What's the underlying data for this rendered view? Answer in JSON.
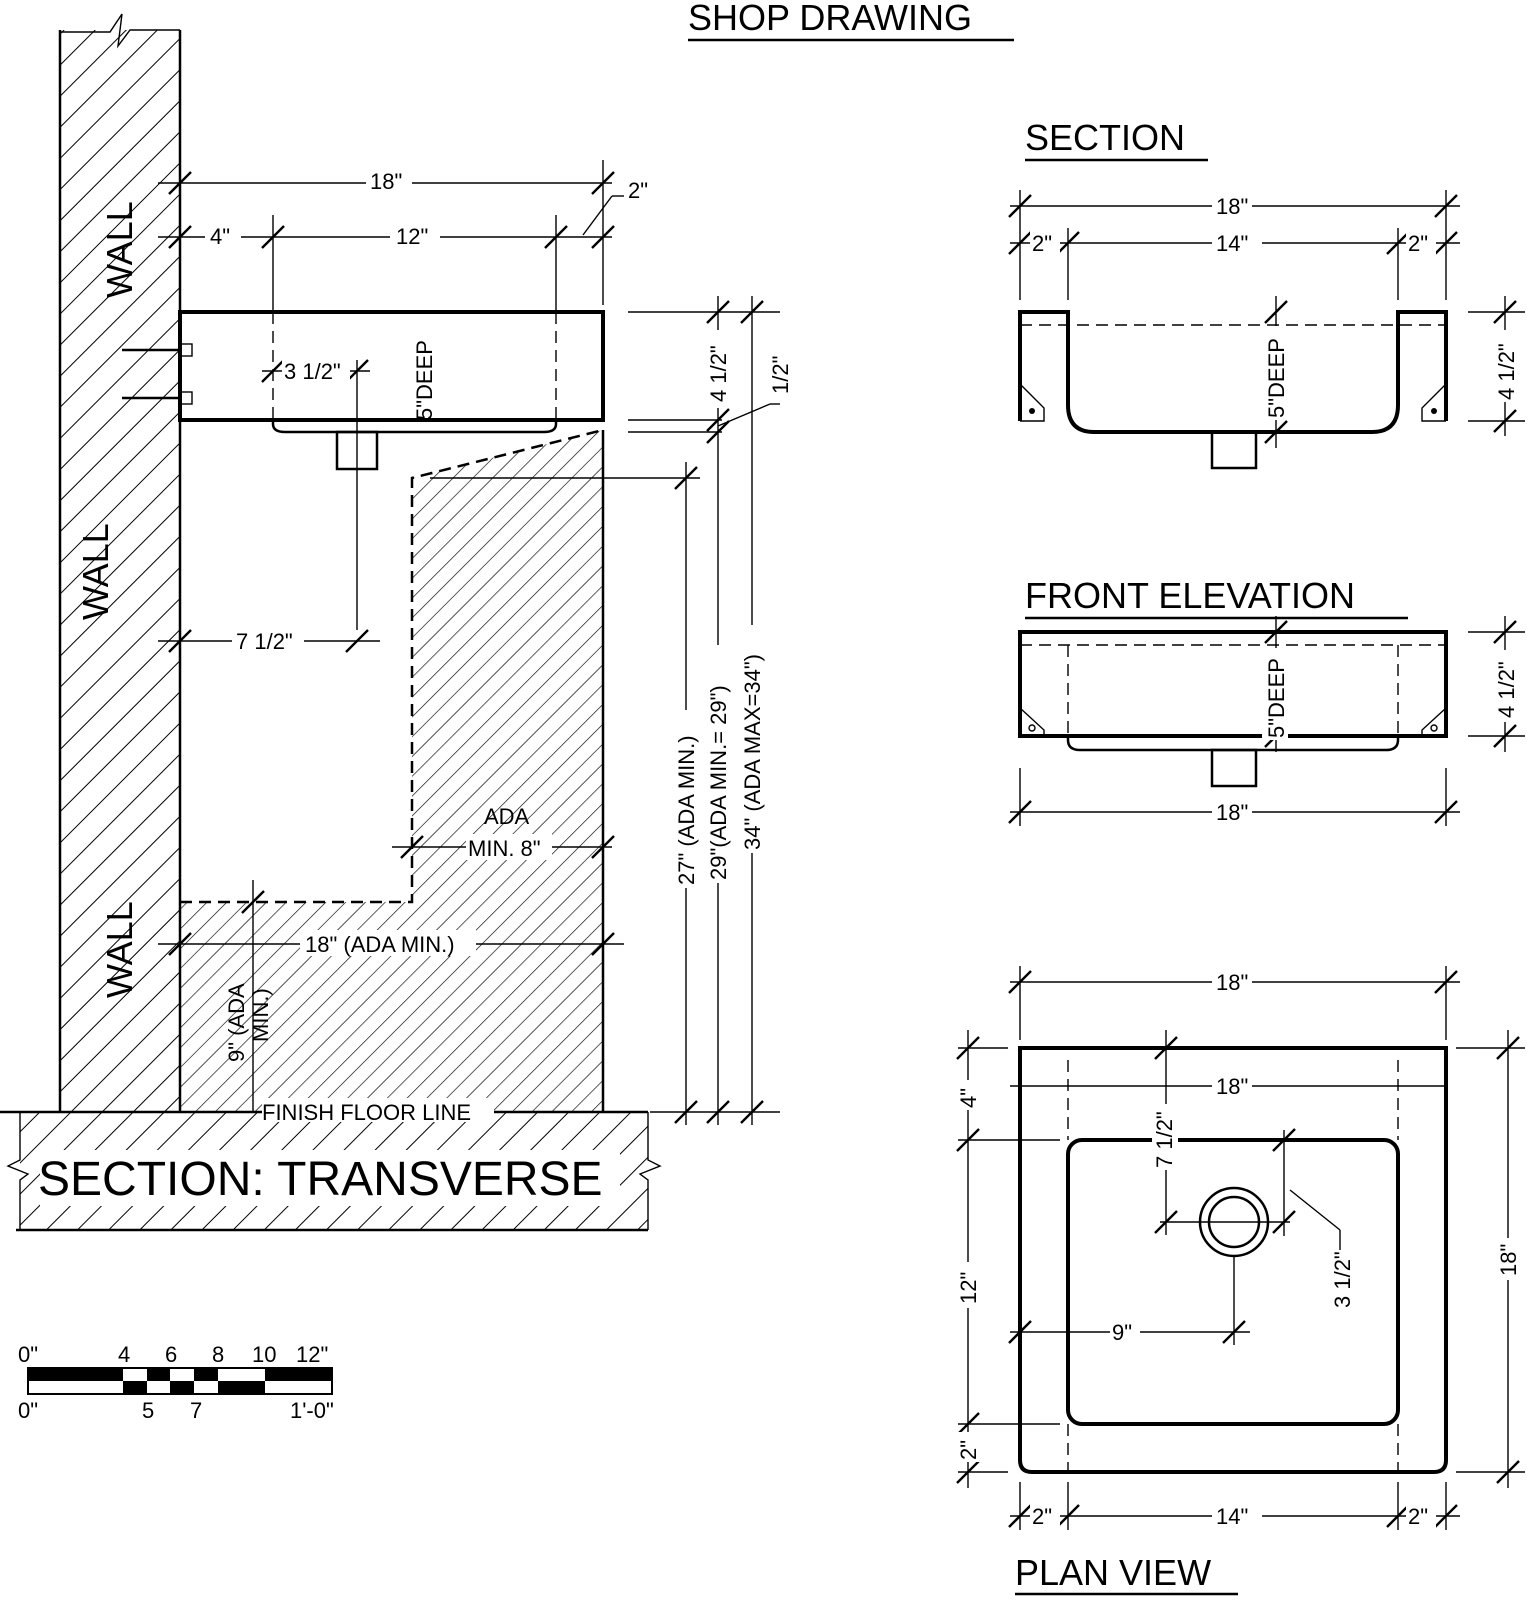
{
  "drawing_title": "SHOP DRAWING",
  "transverse": {
    "title": "SECTION: TRANSVERSE",
    "wall_label": "WALL",
    "finish_floor": "FINISH FLOOR LINE",
    "deep": "5\"DEEP",
    "dims": {
      "overall": "18\"",
      "return": "2\"",
      "wall_offset": "4\"",
      "bowl": "12\"",
      "drain": "3 1/2\"",
      "drain_from_wall": "7 1/2\"",
      "sink_height": "4 1/2\"",
      "rim": "1/2\"",
      "knee_clear": "27\" (ADA MIN.)",
      "apron_clear": "29\"(ADA MIN.= 29\")",
      "rim_max": "34\" (ADA MAX=34\")",
      "ada_knee_line1": "ADA",
      "ada_knee_line2": "MIN. 8\"",
      "toe_depth": "18\" (ADA MIN.)",
      "toe_height_line1": "9\" (ADA",
      "toe_height_line2": "MIN.)"
    }
  },
  "section": {
    "title": "SECTION",
    "deep": "5\"DEEP",
    "dims": {
      "overall": "18\"",
      "left": "2\"",
      "bowl": "14\"",
      "right": "2\"",
      "height": "4 1/2\""
    }
  },
  "front_elevation": {
    "title": "FRONT ELEVATION",
    "deep": "5\"DEEP",
    "dims": {
      "height": "4 1/2\"",
      "overall": "18\""
    }
  },
  "plan_view": {
    "title": "PLAN VIEW",
    "dims": {
      "top": "18\"",
      "inner_top": "18\"",
      "drain_from_back": "7 1/2\"",
      "drain_dia": "3 1/2\"",
      "drain_from_side": "9\"",
      "back_ledge": "4\"",
      "bowl_depth": "12\"",
      "front_ledge": "2\"",
      "overall_depth": "18\"",
      "bottom_left": "2\"",
      "bottom_bowl": "14\"",
      "bottom_right": "2\""
    }
  },
  "scale": {
    "top_labels": [
      "0\"",
      "4",
      "6",
      "8",
      "10",
      "12\""
    ],
    "bottom_labels": [
      "0\"",
      "5",
      "7",
      "1'-0\""
    ]
  }
}
